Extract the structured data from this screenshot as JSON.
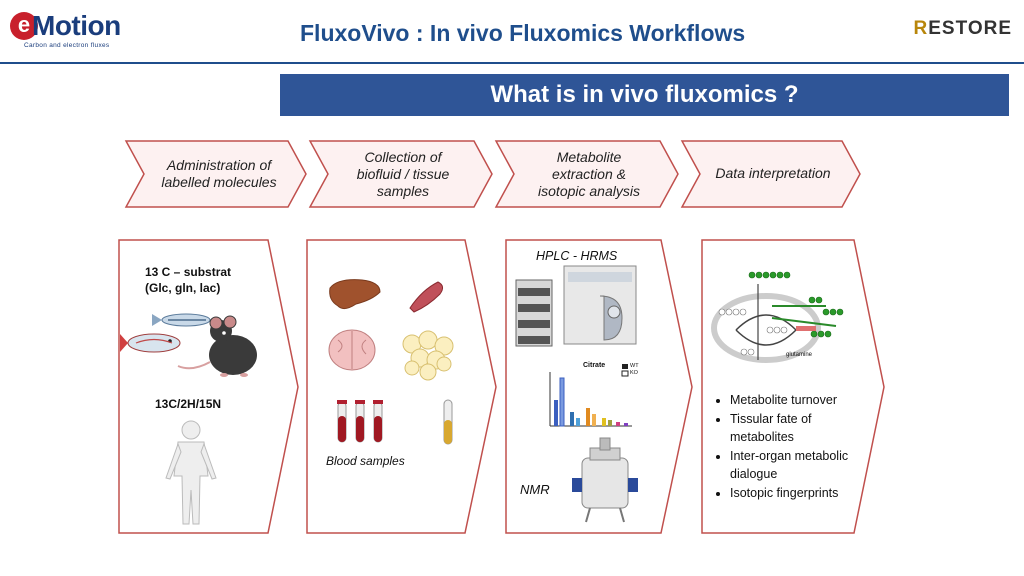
{
  "header": {
    "logo_left": {
      "brand": "Motion",
      "tagline": "Carbon and electron fluxes"
    },
    "title": "FluxoVivo : In vivo Fluxomics Workflows",
    "logo_right": {
      "first_letter": "R",
      "rest": "ESTORE"
    }
  },
  "banner": {
    "title": "What is in vivo fluxomics ?"
  },
  "steps": [
    {
      "lines": [
        "Administration of",
        "labelled molecules"
      ]
    },
    {
      "lines": [
        "Collection of",
        "biofluid / tissue",
        "samples"
      ]
    },
    {
      "lines": [
        "Metabolite",
        "extraction &",
        "isotopic analysis"
      ]
    },
    {
      "lines": [
        "Data interpretation"
      ]
    }
  ],
  "panel1": {
    "substrate_title": "13 C – substrat",
    "substrate_list": "(Glc, gln, lac)",
    "isotopes": "13C/2H/15N"
  },
  "panel2": {
    "blood_label": "Blood samples"
  },
  "panel3": {
    "hplc_label": "HPLC - HRMS",
    "nmr_label": "NMR",
    "mini_chart": {
      "title": "Citrate",
      "legend": [
        "WT",
        "KO"
      ]
    }
  },
  "panel4": {
    "map_label": "glutamine",
    "bullets": [
      "Metabolite turnover",
      "Tissular fate of metabolites",
      "Inter-organ metabolic dialogue",
      "Isotopic fingerprints"
    ]
  },
  "colors": {
    "primary_blue": "#2f5597",
    "accent_red": "#c0504d",
    "chevron_fill": "#fdf1f1"
  }
}
